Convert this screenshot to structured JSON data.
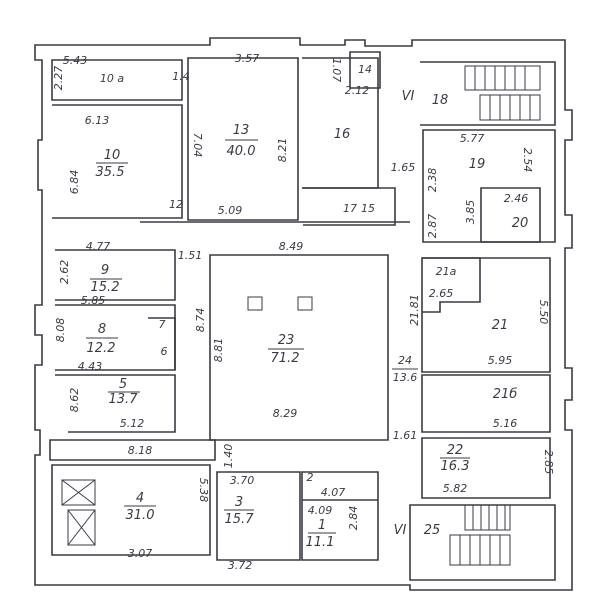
{
  "rooms": {
    "r10a": {
      "number": "10 a"
    },
    "r13": {
      "number": "13",
      "area": "40.0"
    },
    "r10": {
      "number": "10",
      "area": "35.5"
    },
    "r14": {
      "number": "14"
    },
    "r16": {
      "number": "16"
    },
    "r17": {
      "number": "17"
    },
    "r15": {
      "number": "15"
    },
    "r18": {
      "number": "18"
    },
    "r19": {
      "number": "19"
    },
    "r20": {
      "number": "20"
    },
    "r12": {
      "number": "12"
    },
    "r9": {
      "number": "9",
      "area": "15.2"
    },
    "r8": {
      "number": "8",
      "area": "12.2"
    },
    "r7": {
      "number": "7"
    },
    "r6": {
      "number": "6"
    },
    "r5": {
      "number": "5",
      "area": "13.7"
    },
    "r23": {
      "number": "23",
      "area": "71.2"
    },
    "r21a": {
      "number": "21a"
    },
    "r21": {
      "number": "21"
    },
    "r24": {
      "number": "24",
      "area": "13.6"
    },
    "r21b": {
      "number": "21б"
    },
    "r22": {
      "number": "22",
      "area": "16.3"
    },
    "r4": {
      "number": "4",
      "area": "31.0"
    },
    "r3": {
      "number": "3",
      "area": "15.7"
    },
    "r2": {
      "number": "2"
    },
    "r1": {
      "number": "1",
      "area": "11.1"
    },
    "r25": {
      "number": "25"
    }
  },
  "stair_marks": [
    "VI",
    "VI"
  ],
  "dimensions": [
    "5.43",
    "2.27",
    "1.4",
    "3.57",
    "7.04",
    "8.21",
    "5.09",
    "6.13",
    "6.84",
    "1.07",
    "2.12",
    "1.65",
    "5.77",
    "2.54",
    "2.38",
    "2.46",
    "3.85",
    "2.87",
    "4.77",
    "1.51",
    "8.49",
    "2.62",
    "5.85",
    "8.08",
    "4.43",
    "8.74",
    "8.81",
    "8.29",
    "8.62",
    "5.12",
    "2.65",
    "21.81",
    "5.50",
    "5.95",
    "5.16",
    "1.61",
    "5.82",
    "2.85",
    "8.18",
    "1.40",
    "5.38",
    "3.07",
    "3.70",
    "3.72",
    "4.07",
    "4.09",
    "2.84"
  ]
}
